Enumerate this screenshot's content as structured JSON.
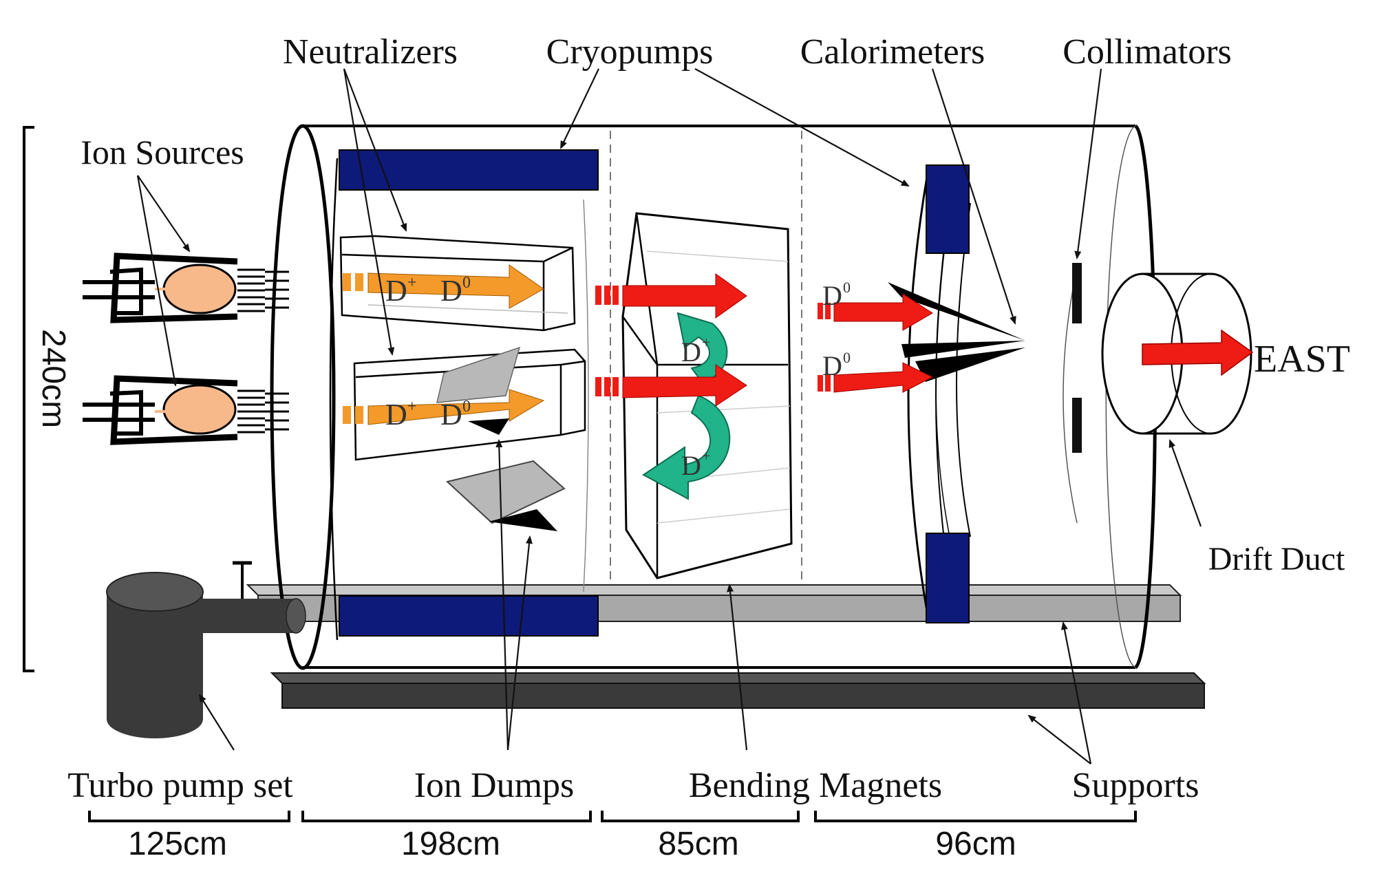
{
  "labels": {
    "neutralizers": "Neutralizers",
    "cryopumps": "Cryopumps",
    "calorimeters": "Calorimeters",
    "collimators": "Collimators",
    "ion_sources": "Ion Sources",
    "east": "EAST",
    "drift_duct": "Drift Duct",
    "turbo_pump_set": "Turbo pump set",
    "ion_dumps": "Ion Dumps",
    "bending_magnets": "Bending Magnets",
    "supports": "Supports"
  },
  "beam_labels": {
    "d_plus": "D",
    "d_zero": "D",
    "plus_sup": "+",
    "zero_sup": "0"
  },
  "dimensions": {
    "height": "240cm",
    "segments": [
      "125cm",
      "198cm",
      "85cm",
      "96cm"
    ]
  },
  "colors": {
    "magnet_blue": "#0d1a7a",
    "beam_orange": "#f39a2a",
    "beam_red": "#ee1c14",
    "deflected_green": "#21b38a",
    "ion_source_fill": "#f7b98a",
    "support_dark": "#3a3a3a",
    "support_light": "#a8a8a8",
    "dump_grey": "#b8b8b8"
  }
}
